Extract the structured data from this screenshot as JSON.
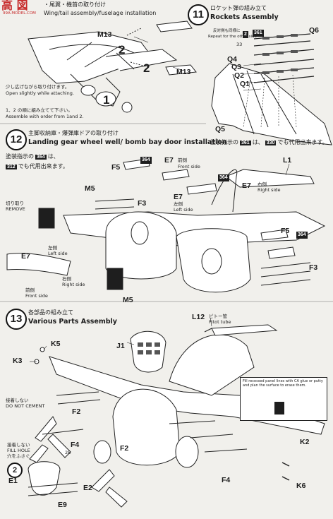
{
  "watermark": {
    "text": "高 図",
    "sub": "99A.MODEL.COM"
  },
  "sec_top": {
    "jp": "・尾翼・機首の取り付け",
    "en": "Wing/tail assembly/fuselage installation",
    "note_jp": "少し広げながら取り付けます。",
    "note_en": "Open slightly while attaching.",
    "assemble_jp": "1、2 の順に組み立てて下さい。",
    "assemble_en": "Assemble with order from 1and 2.",
    "parts": [
      "M13",
      "2",
      "2",
      "M13",
      "1"
    ]
  },
  "sec11": {
    "num": "11",
    "jp": "ロケット弾の組み立て",
    "en": "Rockets Assembly",
    "repeat_jp": "反対側も同様に",
    "repeat_en": "Repeat for the other side",
    "box": "2",
    "paint_jp_a": "塗装指示の",
    "paint_box_a": "361",
    "paint_jp_b": "は、",
    "paint_box_b": "330",
    "paint_jp_c": "でも代用出来ます。",
    "parts": [
      "Q6",
      "Q4",
      "Q3",
      "Q2",
      "Q1",
      "Q5",
      "33"
    ]
  },
  "sec12": {
    "num": "12",
    "jp": "主脚収納庫・爆弾庫ドアの取り付け",
    "en": "Landing gear wheel well/ bomb bay door installation",
    "paint_jp_a": "塗装指示の",
    "paint_box_a": "364",
    "paint_jp_b": "は、",
    "paint_box_b": "312",
    "paint_jp_c": "でも代用出来ます。",
    "remove_jp": "切り取り",
    "remove_en": "REMOVE",
    "parts": [
      "F5",
      "364",
      "E7",
      "E7",
      "F3",
      "M5",
      "364",
      "L1",
      "E7",
      "F5",
      "364",
      "F3",
      "E7",
      "M5"
    ],
    "labels": {
      "front_side_jp": "前側",
      "front_side_en": "Front side",
      "right_side_jp": "右側",
      "right_side_en": "Right side",
      "left_side_jp": "左側",
      "left_side_en": "Left side"
    }
  },
  "sec13": {
    "num": "13",
    "jp": "各部品の組み立て",
    "en": "Various Parts Assembly",
    "pitot_jp": "ピトー管",
    "pitot_en": "Pitot tube",
    "dont_cement_jp": "接着しない",
    "dont_cement_en": "DO NOT CEMENT",
    "fill_hole_jp": "穴をふさぐ",
    "fill_hole_en": "FILL HOLE",
    "info": "Fill recessed panel lines with CA glue or putty and plan the surface to erase them.",
    "parts": [
      "K5",
      "K3",
      "J1",
      "L12",
      "F2",
      "F4",
      "28",
      "F2",
      "F4",
      "K2",
      "K6",
      "E1",
      "E2",
      "E9",
      "2"
    ]
  }
}
